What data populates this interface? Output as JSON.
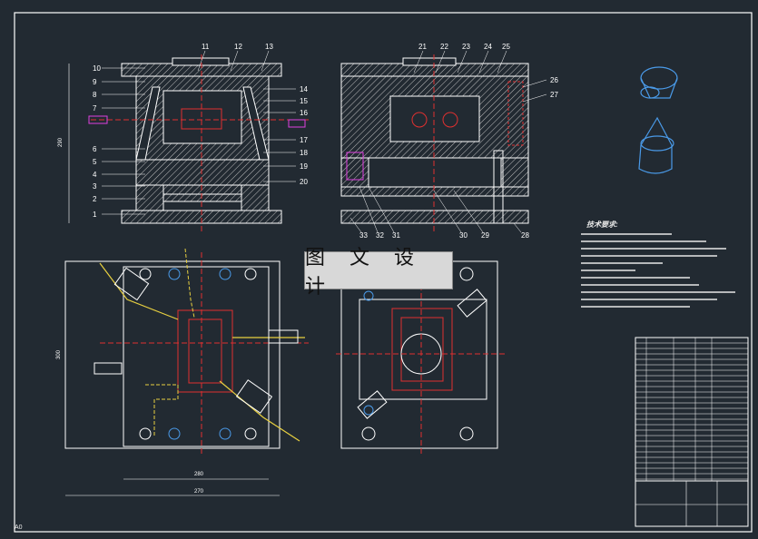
{
  "title_stamp": "图 文 设 计",
  "requirements_title": "技术要求:",
  "corner_mark": "A0",
  "part_labels_front": [
    "10",
    "9",
    "8",
    "7",
    "6",
    "5",
    "4",
    "3",
    "2",
    "1",
    "11",
    "12",
    "13",
    "14",
    "15",
    "16",
    "17",
    "18",
    "19",
    "20"
  ],
  "part_labels_side": [
    "21",
    "22",
    "23",
    "24",
    "25",
    "26",
    "27",
    "28",
    "29",
    "30",
    "31",
    "32",
    "33"
  ],
  "dimensions": {
    "height_front": "290",
    "width_plate": "280",
    "width_total": "270",
    "height_top": "300"
  },
  "colors": {
    "background": "#222a32",
    "line": "#ffffff",
    "hatch": "#cfcfcf",
    "accent_red": "#e03030",
    "accent_magenta": "#e040e0",
    "accent_yellow": "#e8d040",
    "accent_blue": "#4a9ae8"
  }
}
